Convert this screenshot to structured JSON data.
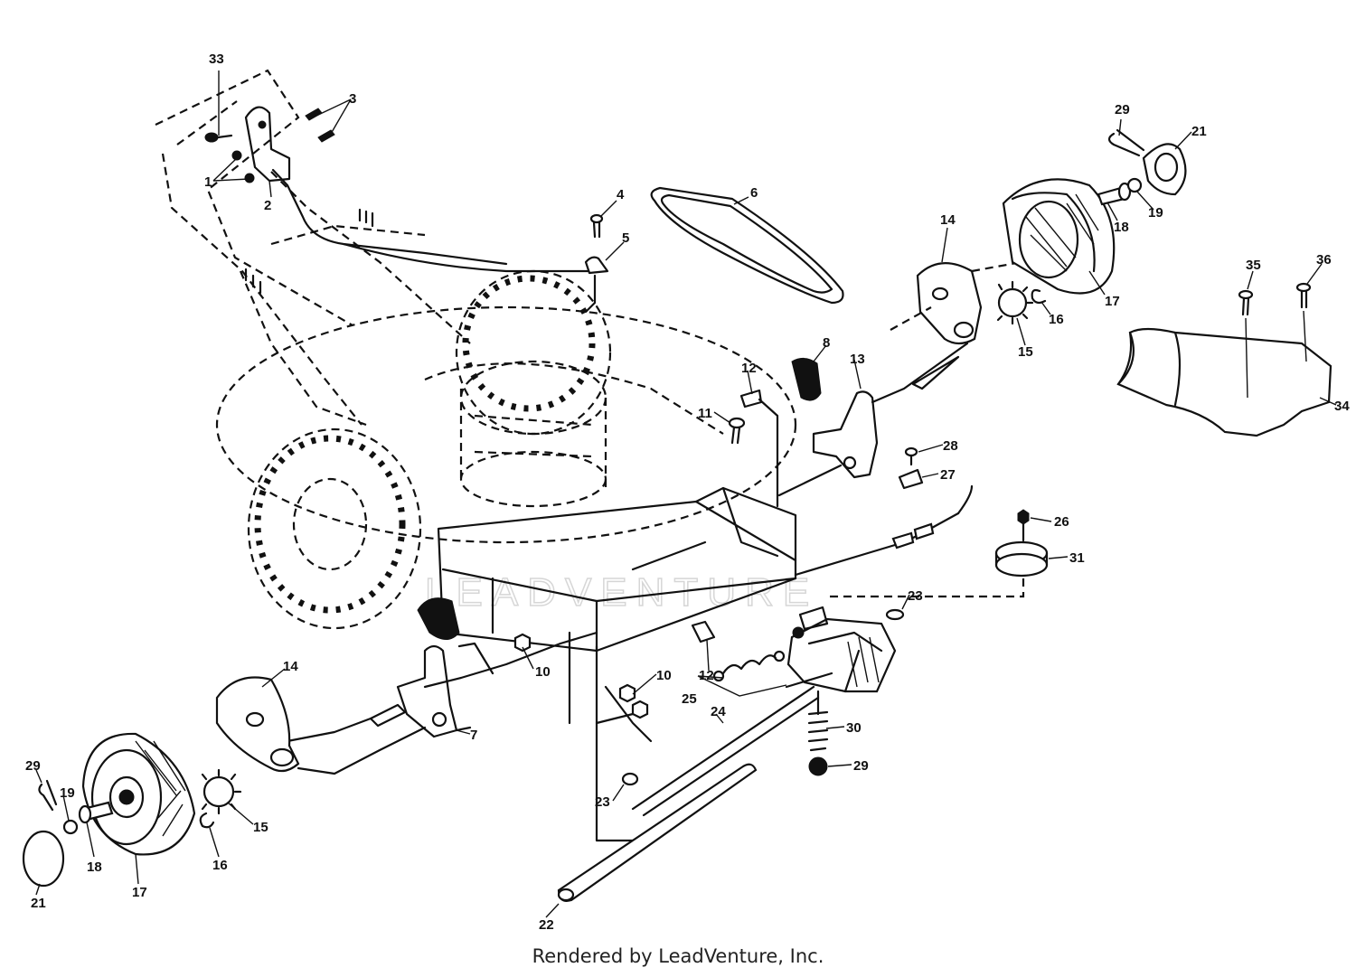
{
  "watermark": "LEADVENTURE",
  "footer": "Rendered by LeadVenture, Inc.",
  "callouts": [
    "33",
    "3",
    "1",
    "2",
    "4",
    "5",
    "6",
    "14",
    "17",
    "21",
    "29",
    "19",
    "18",
    "16",
    "15",
    "35",
    "36",
    "34",
    "8",
    "12",
    "13",
    "11",
    "28",
    "27",
    "26",
    "31",
    "23",
    "10",
    "25",
    "24",
    "30",
    "22",
    "7"
  ]
}
